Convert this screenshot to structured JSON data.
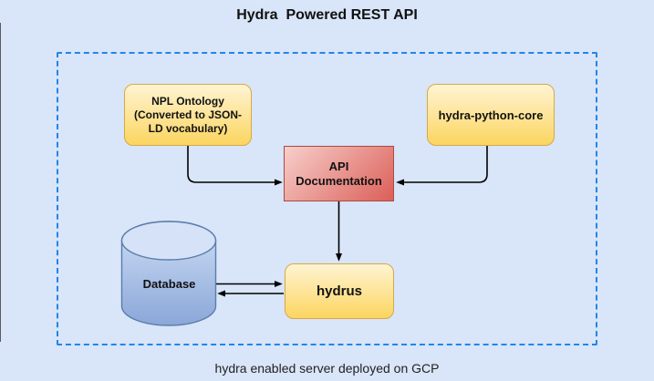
{
  "title": "Hydra  Powered REST API",
  "caption": "hydra enabled server deployed on GCP",
  "colors": {
    "background": "#d9e5f8",
    "dashed_border": "#2086ea",
    "yellow_box_top": "#fff4d3",
    "yellow_box_bottom": "#fcd560",
    "yellow_box_border": "#d6a947",
    "red_box_top": "#f7cfcb",
    "red_box_bottom": "#dc5f58",
    "red_box_border": "#ac4a40",
    "cylinder_top": "#cfdff6",
    "cylinder_bottom": "#8ba7d8",
    "cylinder_border": "#5b7cab",
    "connector": "#000000"
  },
  "nodes": {
    "npl_ontology": {
      "lines": [
        "NPL Ontology",
        "(Converted to JSON-",
        "LD vocabulary)"
      ]
    },
    "hydra_python_core": {
      "label": "hydra-python-core"
    },
    "api_documentation": {
      "label": "API Documentation"
    },
    "database": {
      "label": "Database"
    },
    "hydrus": {
      "label": "hydrus"
    }
  }
}
